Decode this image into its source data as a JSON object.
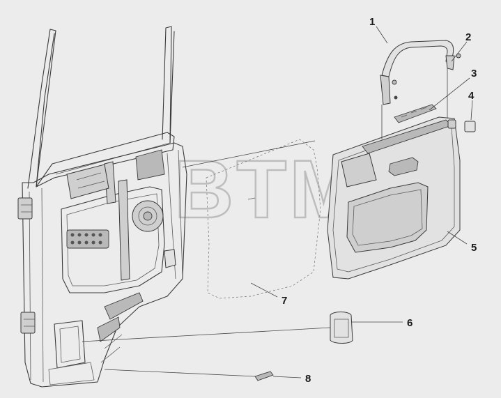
{
  "watermark": {
    "text": "BTM",
    "registered_mark": "®",
    "color": "#bdbdbd"
  },
  "callouts": [
    {
      "id": "1",
      "label": "1"
    },
    {
      "id": "2",
      "label": "2"
    },
    {
      "id": "3",
      "label": "3"
    },
    {
      "id": "4",
      "label": "4"
    },
    {
      "id": "5",
      "label": "5"
    },
    {
      "id": "6",
      "label": "6"
    },
    {
      "id": "7",
      "label": "7"
    },
    {
      "id": "8",
      "label": "8"
    }
  ],
  "colors": {
    "background": "#ececec",
    "line": "#3a3a3a",
    "fill_part": "#cfcfcf"
  }
}
